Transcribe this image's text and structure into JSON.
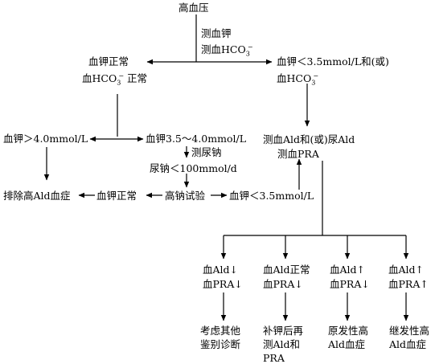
{
  "nodes": {
    "root": "高血压",
    "test_line1": "测血钾",
    "test_line2": "测血HCO",
    "k_normal_line1": "血钾正常",
    "k_normal_line2": "血HCO",
    "k_normal_line2_suffix": "正常",
    "k_low_line1": "血钾＜3.5mmol/L和(或)",
    "k_low_line2": "血HCO",
    "k_high": "血钾＞4.0mmol/L",
    "k_mid": "血钾3.5～4.0mmol/L",
    "measure_una": "测尿钠",
    "una_value": "尿钠＜100mmol/d",
    "exclude": "排除高Ald血症",
    "load_normal": "血钾正常",
    "high_na_test": "高钠试验",
    "load_low": "血钾＜3.5mmol/L",
    "measure_ald_line1": "测血Ald和(或)尿Ald",
    "measure_ald_line2": "测血PRA",
    "hco3_subscript": "3",
    "hco3_superscript": "−"
  },
  "branches": [
    {
      "line1": "血Ald↓",
      "line2": "血PRA↓",
      "result_line1": "考虑其他",
      "result_line2": "鉴别诊断",
      "result_line3": ""
    },
    {
      "line1": "血Ald正常",
      "line2": "血PRA↓",
      "result_line1": "补钾后再",
      "result_line2": "测Ald和",
      "result_line3": "PRA"
    },
    {
      "line1": "血Ald↑",
      "line2": "血PRA↓",
      "result_line1": "原发性高",
      "result_line2": "Ald血症",
      "result_line3": ""
    },
    {
      "line1": "血Ald↑",
      "line2": "血PRA↑",
      "result_line1": "继发性高",
      "result_line2": "Ald血症",
      "result_line3": ""
    }
  ]
}
